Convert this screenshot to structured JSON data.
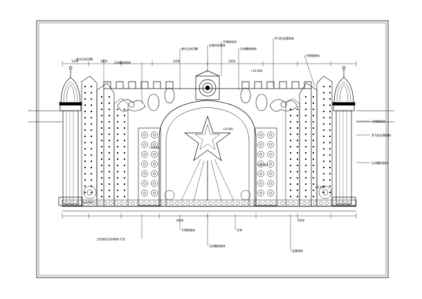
{
  "callouts_top": [
    "夜光石材浮雕",
    "金属花纹装饰",
    "不锈钢花饰",
    "石材雕刻装饰",
    "罗马柱金属装饰",
    "不锈钢装饰"
  ],
  "callouts_left": [
    "夜光石材浮雕",
    "石材雕刻装饰"
  ],
  "callouts_right": [
    "不锈钢装饰",
    "罗马柱金属装饰",
    "石材雕刻装饰"
  ],
  "callouts_bottom": [
    "白色夜光石材装饰 灯光",
    "不锈钢装饰",
    "石材雕刻装饰",
    "灯带",
    "金属装饰"
  ],
  "elevations": [
    "±0.000",
    "+0.200",
    "+4.000",
    "+6.500",
    "+8.000",
    "+10.000"
  ],
  "dimensions": [
    "1200",
    "1800",
    "2400",
    "3000",
    "6000",
    "9000"
  ]
}
